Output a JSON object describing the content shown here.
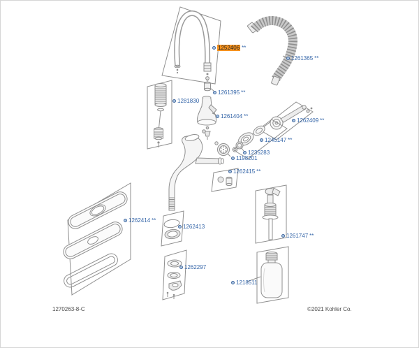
{
  "colors": {
    "label_blue": "#3465a8",
    "highlight_orange": "#F6921E",
    "line_gray": "#8f8f8f"
  },
  "footer": {
    "doc_number": "1270263-8-C",
    "copyright": "©2021 Kohler Co."
  },
  "parts": [
    {
      "number": "1252406",
      "suffix": "**",
      "highlighted": true
    },
    {
      "number": "1261365",
      "suffix": "**",
      "highlighted": false
    },
    {
      "number": "1261395",
      "suffix": "**",
      "highlighted": false
    },
    {
      "number": "1281830",
      "suffix": "",
      "highlighted": false
    },
    {
      "number": "1261404",
      "suffix": "**",
      "highlighted": false
    },
    {
      "number": "1262409",
      "suffix": "**",
      "highlighted": false
    },
    {
      "number": "1245147",
      "suffix": "**",
      "highlighted": false
    },
    {
      "number": "1235283",
      "suffix": "",
      "highlighted": false
    },
    {
      "number": "1198201",
      "suffix": "",
      "highlighted": false
    },
    {
      "number": "1262415",
      "suffix": "**",
      "highlighted": false
    },
    {
      "number": "1262414",
      "suffix": "**",
      "highlighted": false
    },
    {
      "number": "1262413",
      "suffix": "",
      "highlighted": false
    },
    {
      "number": "1262297",
      "suffix": "",
      "highlighted": false
    },
    {
      "number": "1261747",
      "suffix": "**",
      "highlighted": false
    },
    {
      "number": "1218511",
      "suffix": "",
      "highlighted": false
    }
  ]
}
